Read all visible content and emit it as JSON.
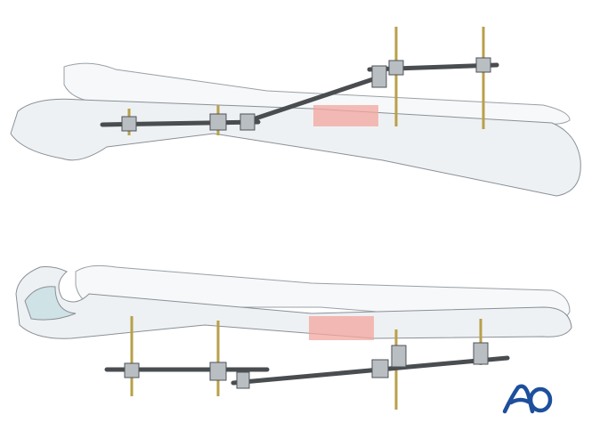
{
  "logo": {
    "text": "AO",
    "color": "#1d4f9c"
  },
  "colors": {
    "fracture_zone": "#f3a69f",
    "rod": "#4a4d50",
    "pin": "#b8a04a",
    "bone": "#eef1f3"
  },
  "views": [
    {
      "id": "top",
      "description_icon": "forearm-external-fixator"
    },
    {
      "id": "bottom",
      "description_icon": "forearm-external-fixator"
    }
  ]
}
